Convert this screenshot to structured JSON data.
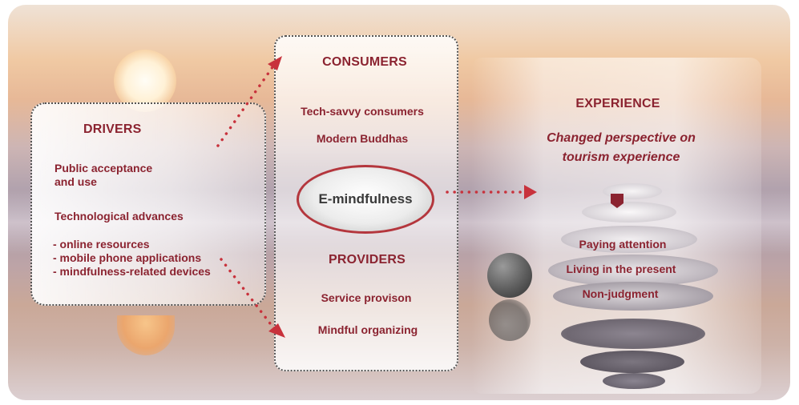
{
  "drivers": {
    "title": "DRIVERS",
    "item1_line1": "Public acceptance",
    "item1_line2": "and use",
    "item2": "Technological advances",
    "bullets": [
      "- online resources",
      "- mobile phone applications",
      "- mindfulness-related devices"
    ]
  },
  "consumers": {
    "title": "CONSUMERS",
    "items": [
      "Tech-savvy consumers",
      "Modern Buddhas"
    ]
  },
  "center_label": "E-mindfulness",
  "providers": {
    "title": "PROVIDERS",
    "items": [
      "Service provison",
      "Mindful organizing"
    ]
  },
  "experience": {
    "title": "EXPERIENCE",
    "subtitle_line1": "Changed perspective on",
    "subtitle_line2": "tourism experience",
    "items": [
      "Paying  attention",
      "Living in the present",
      "Non-judgment"
    ]
  },
  "colors": {
    "accent": "#8b2330",
    "oval_border": "#b4363d",
    "arrow": "#c8323c"
  },
  "icons": {
    "marker": "pentagon-marker-icon",
    "arrows": "dotted-arrow-icon"
  }
}
